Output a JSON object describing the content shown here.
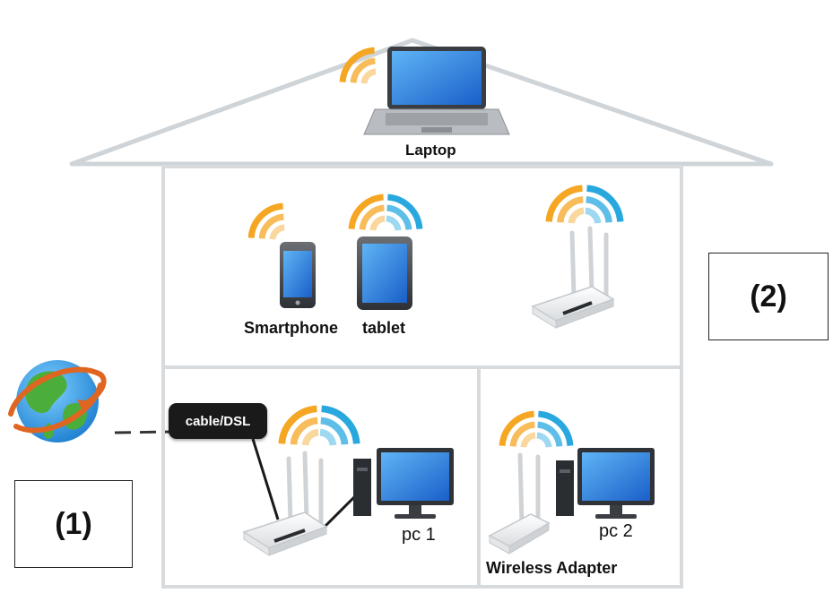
{
  "labels": {
    "laptop": "Laptop",
    "smartphone": "Smartphone",
    "tablet": "tablet",
    "cable_dsl": "cable/DSL",
    "pc1": "pc 1",
    "pc2": "pc 2",
    "wireless_adapter": "Wireless Adapter",
    "callout1": "(1)",
    "callout2": "(2)"
  },
  "colors": {
    "wifi_orange": "#f5a623",
    "wifi_blue": "#29a8e0",
    "screen_blue": "#1f6fd6",
    "house_line": "#cfd4d8",
    "pill_bg": "#1a1a1a"
  },
  "icons": [
    "globe-icon",
    "laptop-icon",
    "smartphone-icon",
    "tablet-icon",
    "router-icon",
    "desktop-pc-icon",
    "wireless-adapter-icon",
    "wifi-signal-icon"
  ]
}
